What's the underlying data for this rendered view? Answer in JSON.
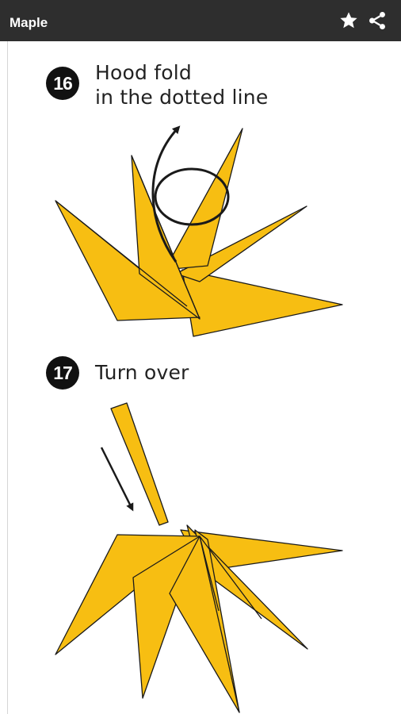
{
  "appbar": {
    "title": "Maple",
    "background": "#2e2e2e",
    "actions": [
      {
        "icon": "star-icon"
      },
      {
        "icon": "share-icon"
      }
    ]
  },
  "steps": [
    {
      "number": "16",
      "line1": "Hood fold",
      "line2": "in the dotted line"
    },
    {
      "number": "17",
      "line1": "Turn over"
    }
  ],
  "colors": {
    "paper": "#f7be12",
    "outline": "#1a1a1a",
    "badge": "#111111"
  }
}
